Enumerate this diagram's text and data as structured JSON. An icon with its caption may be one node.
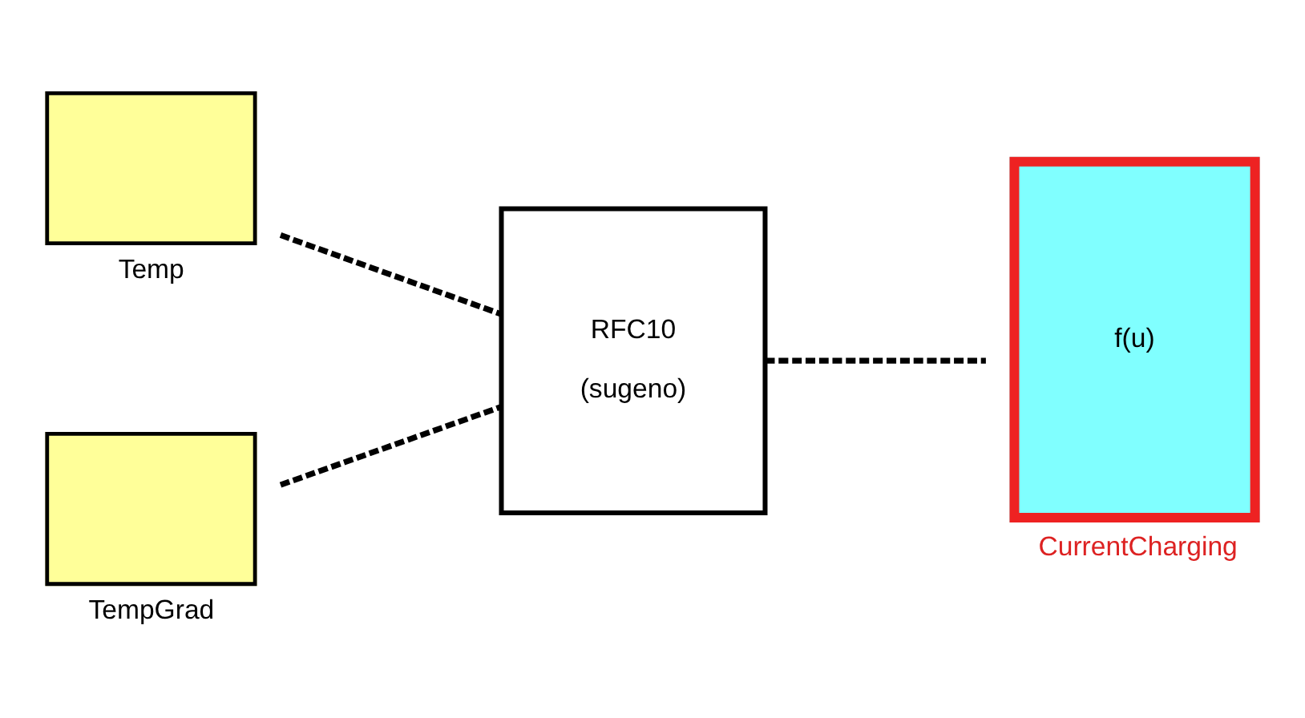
{
  "diagram": {
    "nodes": [
      {
        "text": [
          "Temp"
        ]
      },
      {
        "text": [
          "TempGrad"
        ]
      },
      {
        "text": [
          "RFC10",
          "(sugeno)"
        ]
      },
      {
        "text": [
          "f(u)",
          "CurrentCharging"
        ]
      }
    ],
    "edges": [
      {
        "from": 0,
        "to": 2,
        "arrow": "none",
        "style": "dashed"
      },
      {
        "from": 1,
        "to": 2,
        "arrow": "none",
        "style": "dashed"
      },
      {
        "from": 2,
        "to": 3,
        "arrow": "none",
        "style": "dashed"
      }
    ]
  }
}
